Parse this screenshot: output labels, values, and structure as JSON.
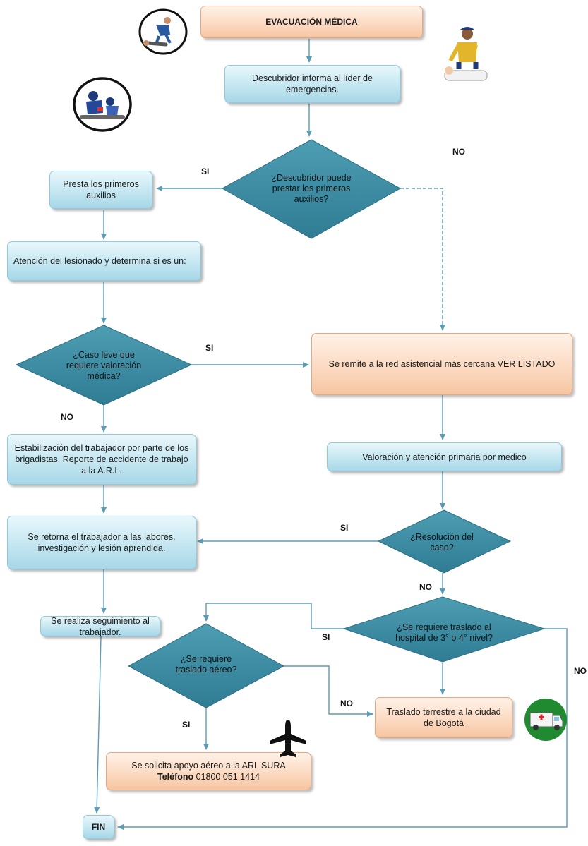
{
  "title": "EVACUACIÓN MÉDICA",
  "nodes": {
    "informa": "Descubridor informa al líder de emergencias.",
    "puede_prestar": "¿Descubridor puede prestar los primeros auxilios?",
    "presta": "Presta los primeros auxilios",
    "atencion": "Atención del lesionado y determina si es un:",
    "caso_leve": "¿Caso leve que requiere valoración médica?",
    "remite": "Se remite a la red asistencial más cercana VER LISTADO",
    "estabilizacion": "Estabilización del trabajador por parte de los brigadistas. Reporte de accidente de trabajo a la A.R.L.",
    "valoracion": "Valoración y atención primaria por medico",
    "retorna": "Se retorna el trabajador a las labores, investigación y lesión aprendida.",
    "resolucion": "¿Resolución del caso?",
    "seguimiento": "Se realiza seguimiento al trabajador.",
    "traslado_hospital": "¿Se requiere traslado al hospital de 3° o 4° nivel?",
    "traslado_aereo": "¿Se requiere traslado aéreo?",
    "terrestre": "Traslado terrestre a la ciudad de Bogotá",
    "apoyo_line1": "Se solicita apoyo aéreo a la ARL SURA",
    "apoyo_tel_label": "Teléfono",
    "apoyo_tel_number": "01800 051 1414",
    "fin": "FIN"
  },
  "labels": {
    "si": "SI",
    "no": "NO"
  },
  "icons": [
    "first-aid-worker-icon",
    "paramedic-cpr-icon",
    "rescue-team-icon",
    "airplane-icon",
    "ambulance-icon"
  ],
  "colors": {
    "process_fill": "#c4e6f1",
    "diamond_fill": "#3a8aa0",
    "terminal_fill": "#fbd8bf",
    "connector": "#5b9bb3"
  }
}
